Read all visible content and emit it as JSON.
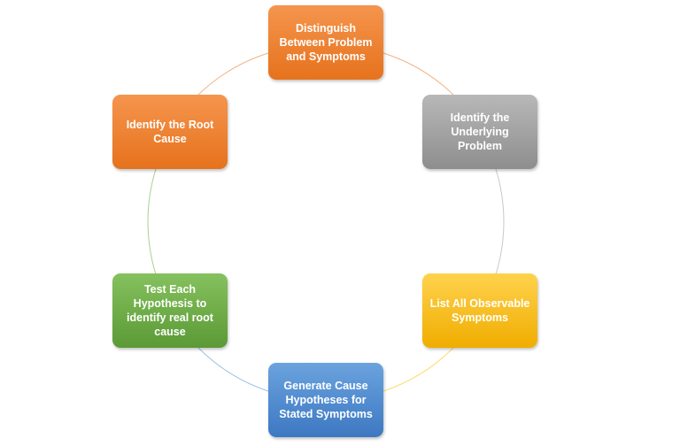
{
  "nodes": [
    {
      "label": "Distinguish Between Problem and Symptoms",
      "color": "#ed7d31"
    },
    {
      "label": "Identify the Underlying Problem",
      "color": "#a5a5a5"
    },
    {
      "label": "List All Observable Symptoms",
      "color": "#ffc000"
    },
    {
      "label": "Generate Cause Hypotheses for Stated Symptoms",
      "color": "#5b9bd5"
    },
    {
      "label": "Test Each Hypothesis to identify real root cause",
      "color": "#70ad47"
    },
    {
      "label": "Identify the Root Cause",
      "color": "#ed7d31"
    }
  ],
  "connector_colors": [
    "#f4b183",
    "#c9c9c9",
    "#ffd966",
    "#9dc3e6",
    "#a9d18e",
    "#f4b183"
  ]
}
